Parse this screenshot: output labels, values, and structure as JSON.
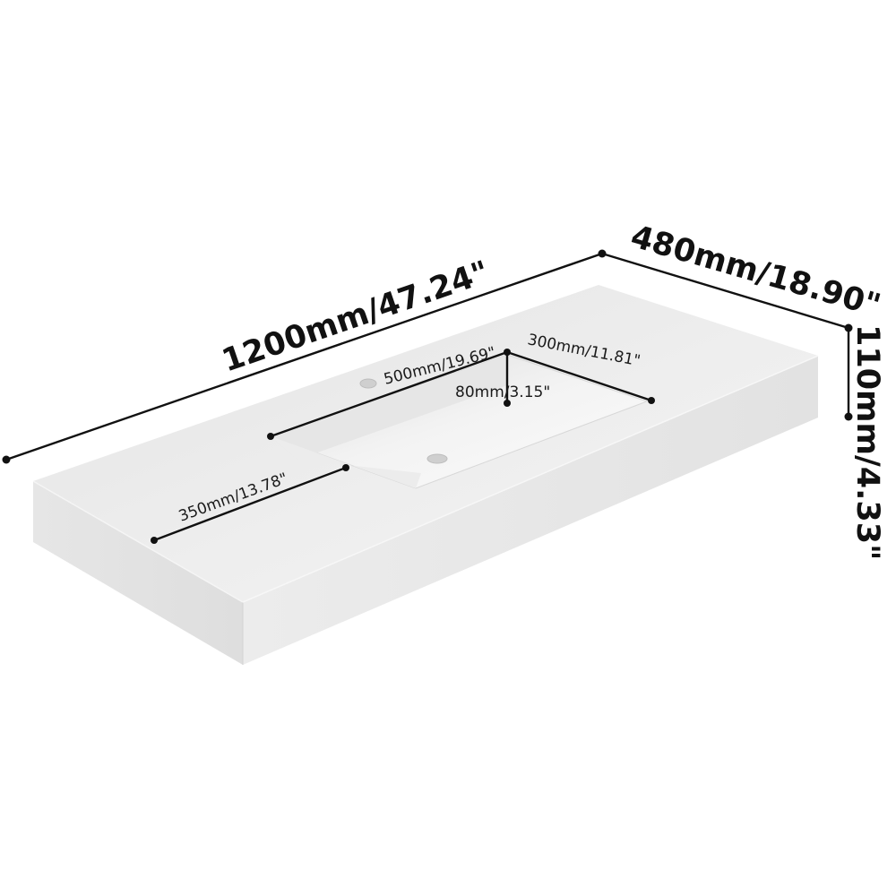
{
  "dimensions": {
    "length": "1200mm/47.24\"",
    "depth": "480mm/18.90\"",
    "height": "110mm/4.33\"",
    "basin_length": "500mm/19.69\"",
    "basin_width": "300mm/11.81\"",
    "basin_depth": "80mm/3.15\"",
    "left_offset": "350mm/13.78\""
  },
  "colors": {
    "top_surface": "#efefef",
    "front_face": "#e2e2e2",
    "side_face": "#e9e9e9",
    "basin_inner": "#f6f6f6",
    "annotation": "#111111"
  }
}
